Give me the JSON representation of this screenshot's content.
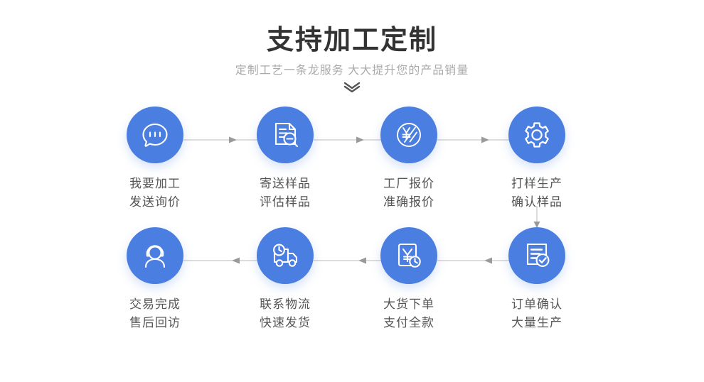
{
  "header": {
    "title": "支持加工定制",
    "subtitle": "定制工艺一条龙服务  大大提升您的产品销量",
    "chevron_icon": "double-chevron-down-icon"
  },
  "theme": {
    "accent": "#4a7ee0",
    "title_color": "#333333",
    "subtitle_color": "#aaaaaa",
    "label_color": "#555555",
    "connector_color": "#b9b9b9",
    "background": "#ffffff"
  },
  "flow": {
    "row1_direction": "left-to-right",
    "row2_direction": "right-to-left",
    "row1": [
      {
        "index": 1,
        "icon": "chat-bubble-icon",
        "line1": "我要加工",
        "line2": "发送询价",
        "label": "我要加工\n发送询价"
      },
      {
        "index": 2,
        "icon": "document-search-icon",
        "line1": "寄送样品",
        "line2": "评估样品",
        "label": "寄送样品\n评估样品"
      },
      {
        "index": 3,
        "icon": "yen-circle-icon",
        "line1": "工厂报价",
        "line2": "准确报价",
        "label": "工厂报价\n准确报价"
      },
      {
        "index": 4,
        "icon": "gear-icon",
        "line1": "打样生产",
        "line2": "确认样品",
        "label": "打样生产\n确认样品"
      }
    ],
    "row2": [
      {
        "index": 8,
        "icon": "headset-support-icon",
        "line1": "交易完成",
        "line2": "售后回访",
        "label": "交易完成\n售后回访"
      },
      {
        "index": 7,
        "icon": "delivery-truck-clock-icon",
        "line1": "联系物流",
        "line2": "快速发货",
        "label": "联系物流\n快速发货"
      },
      {
        "index": 6,
        "icon": "payment-yen-clock-icon",
        "line1": "大货下单",
        "line2": "支付全款",
        "label": "大货下单\n支付全款"
      },
      {
        "index": 5,
        "icon": "document-check-icon",
        "line1": "订单确认",
        "line2": "大量生产",
        "label": "订单确认\n大量生产"
      }
    ]
  }
}
